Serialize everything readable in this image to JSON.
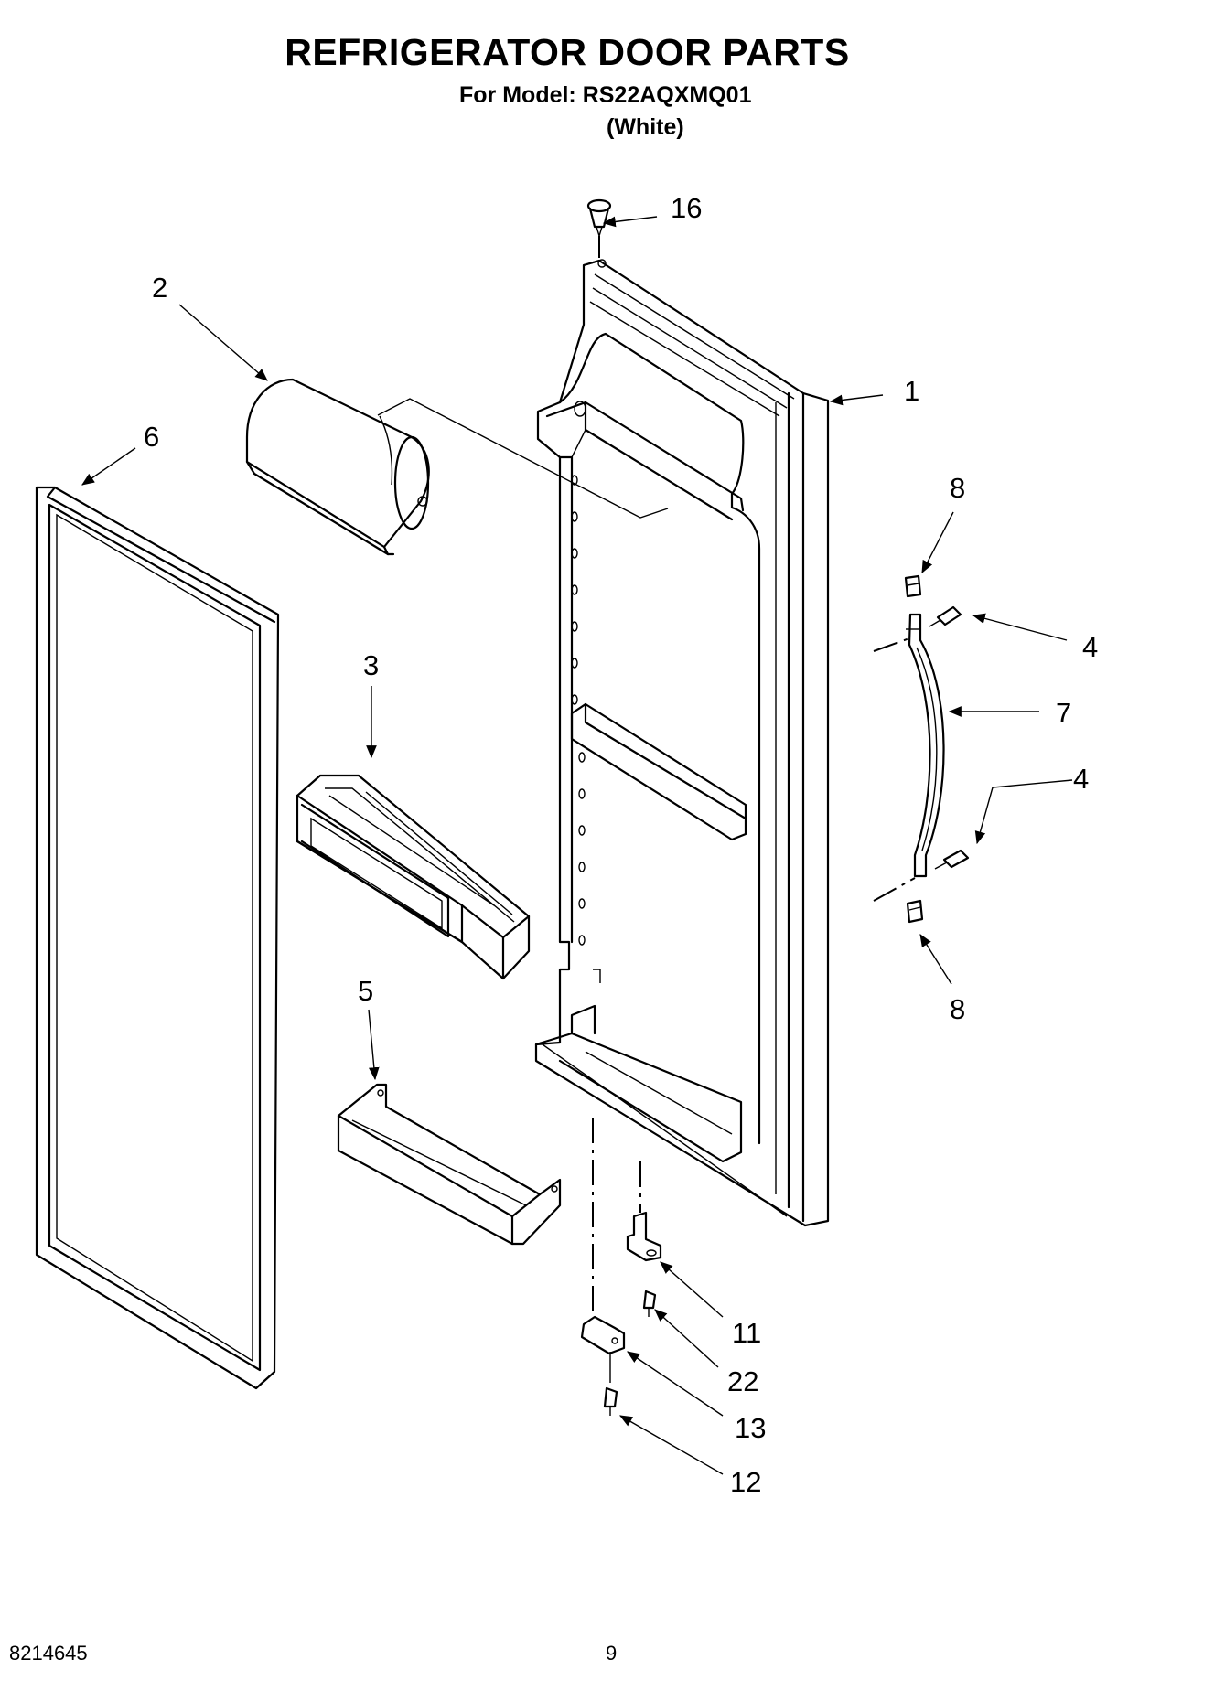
{
  "header": {
    "title": "REFRIGERATOR DOOR PARTS",
    "model_line": "For Model: RS22AQXMQ01",
    "color": "(White)"
  },
  "callouts": {
    "c1": "1",
    "c2": "2",
    "c3": "3",
    "c4a": "4",
    "c4b": "4",
    "c5": "5",
    "c6": "6",
    "c7": "7",
    "c8a": "8",
    "c8b": "8",
    "c11": "11",
    "c12": "12",
    "c13": "13",
    "c16": "16",
    "c22": "22"
  },
  "footer": {
    "doc_number": "8214645",
    "page": "9"
  }
}
